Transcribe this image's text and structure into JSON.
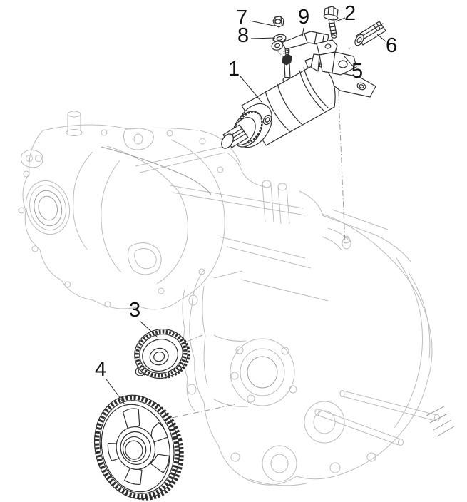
{
  "callouts": [
    {
      "text": "1"
    },
    {
      "text": "2"
    },
    {
      "text": "3"
    },
    {
      "text": "4"
    },
    {
      "text": "5"
    },
    {
      "text": "6"
    },
    {
      "text": "7"
    },
    {
      "text": "8"
    },
    {
      "text": "9"
    }
  ],
  "colors": {
    "background": "#ffffff",
    "engine_line": "#bdbdbd",
    "engine_line_dark": "#9e9e9e",
    "part_line": "#2e2e2e",
    "dash_line": "#9b9b9b",
    "label_text": "#111111"
  }
}
